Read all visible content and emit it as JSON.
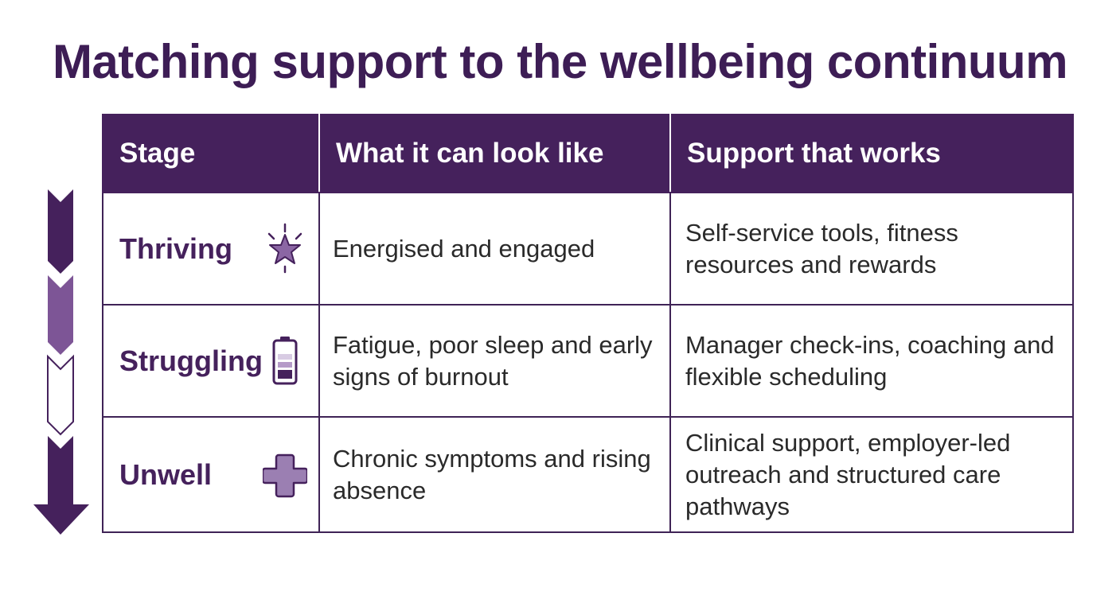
{
  "title": "Matching support to the wellbeing continuum",
  "table": {
    "headers": {
      "stage": "Stage",
      "looks_like": "What it can look like",
      "support": "Support that works"
    },
    "rows": [
      {
        "stage": "Thriving",
        "icon": "sparkle-star-icon",
        "looks_like": "Energised and engaged",
        "support": "Self-service tools, fitness resources and rewards"
      },
      {
        "stage": "Struggling",
        "icon": "low-battery-icon",
        "looks_like": "Fatigue, poor sleep and early signs of burnout",
        "support": "Manager check-ins, coaching and flexible scheduling"
      },
      {
        "stage": "Unwell",
        "icon": "medical-cross-icon",
        "looks_like": "Chronic symptoms and rising absence",
        "support": "Clinical support, employer-led outreach and structured care pathways"
      }
    ]
  },
  "colors": {
    "brand_dark": "#45215c",
    "brand_mid": "#7d5596",
    "brand_light": "#9b7fb2",
    "border": "#3f2356"
  }
}
